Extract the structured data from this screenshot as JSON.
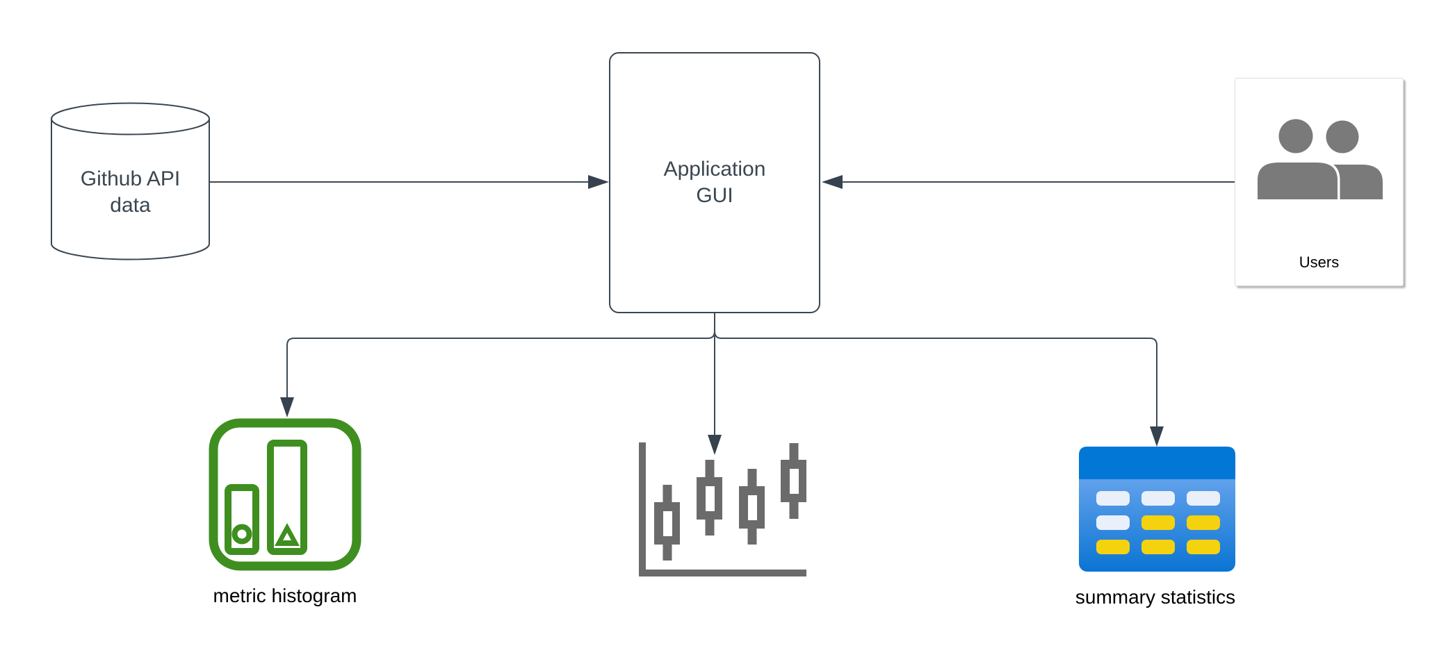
{
  "diagram": {
    "nodes": {
      "github_data": {
        "label": "Github API data",
        "shape": "cylinder"
      },
      "app_gui": {
        "label": "Application GUI",
        "shape": "rounded-rectangle"
      },
      "users": {
        "label": "Users",
        "icon": "users-icon"
      },
      "metric_histogram": {
        "label": "metric histogram",
        "icon": "histogram-icon"
      },
      "candlestick_plot": {
        "label": "",
        "icon": "candlestick-chart-icon"
      },
      "summary_statistics": {
        "label": "summary statistics",
        "icon": "table-icon"
      }
    },
    "edges": [
      {
        "from": "github_data",
        "to": "app_gui",
        "direction": "right"
      },
      {
        "from": "users",
        "to": "app_gui",
        "direction": "left"
      },
      {
        "from": "app_gui",
        "to": "metric_histogram",
        "direction": "down"
      },
      {
        "from": "app_gui",
        "to": "candlestick_plot",
        "direction": "down"
      },
      {
        "from": "app_gui",
        "to": "summary_statistics",
        "direction": "down"
      }
    ],
    "colors": {
      "background": "#ffffff",
      "line": "#3d4a56",
      "arrowhead": "#36424e",
      "node_border": "#3a4650",
      "node_text": "#3a4650",
      "label_text": "#000000",
      "histogram_green": "#3f8e20",
      "chart_gray": "#6b6b6b",
      "users_gray": "#7a7a7a",
      "table_header_blue": "#0277d6",
      "table_body_blue_top": "#6ba7ee",
      "table_body_blue_bottom": "#0a74d4",
      "table_cell_light": "#e9f0fa",
      "table_cell_yellow": "#f5d20e"
    }
  }
}
